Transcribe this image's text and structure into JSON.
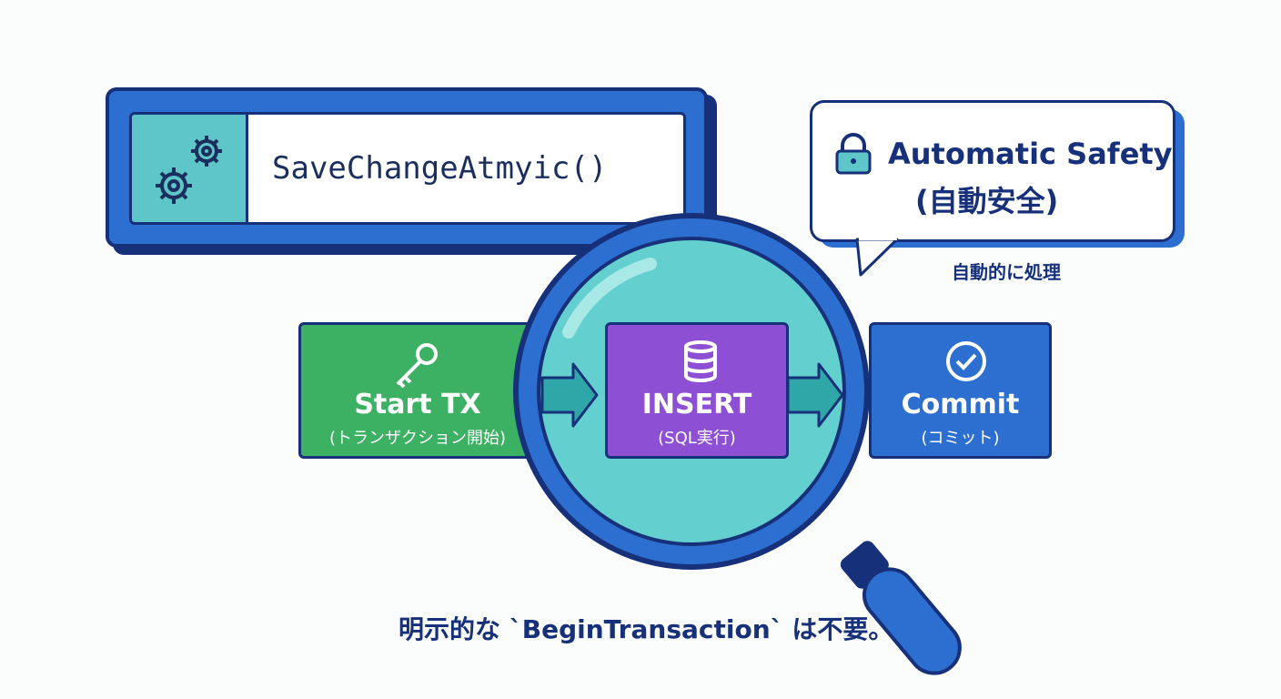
{
  "method": {
    "name": "SaveChangeAtmyic()",
    "icon": "gears-icon"
  },
  "bubble": {
    "title": "Automatic Safety",
    "subtitle": "(自動安全)",
    "caption": "自動的に処理",
    "icon": "lock-icon"
  },
  "flow": [
    {
      "label": "Start TX",
      "sub": "(トランザクション開始)",
      "icon": "key-icon",
      "color": "#3cb063"
    },
    {
      "label": "INSERT",
      "sub": "(SQL実行)",
      "icon": "database-icon",
      "color": "#8d4fd3"
    },
    {
      "label": "Commit",
      "sub": "(コミット)",
      "icon": "check-circle-icon",
      "color": "#2d6fd0"
    }
  ],
  "footer": "明示的な `BeginTransaction` は不要。",
  "colors": {
    "navy": "#17307a",
    "blue": "#2d6fd0",
    "teal": "#5ec6c8",
    "lens": "#63d0cf"
  }
}
